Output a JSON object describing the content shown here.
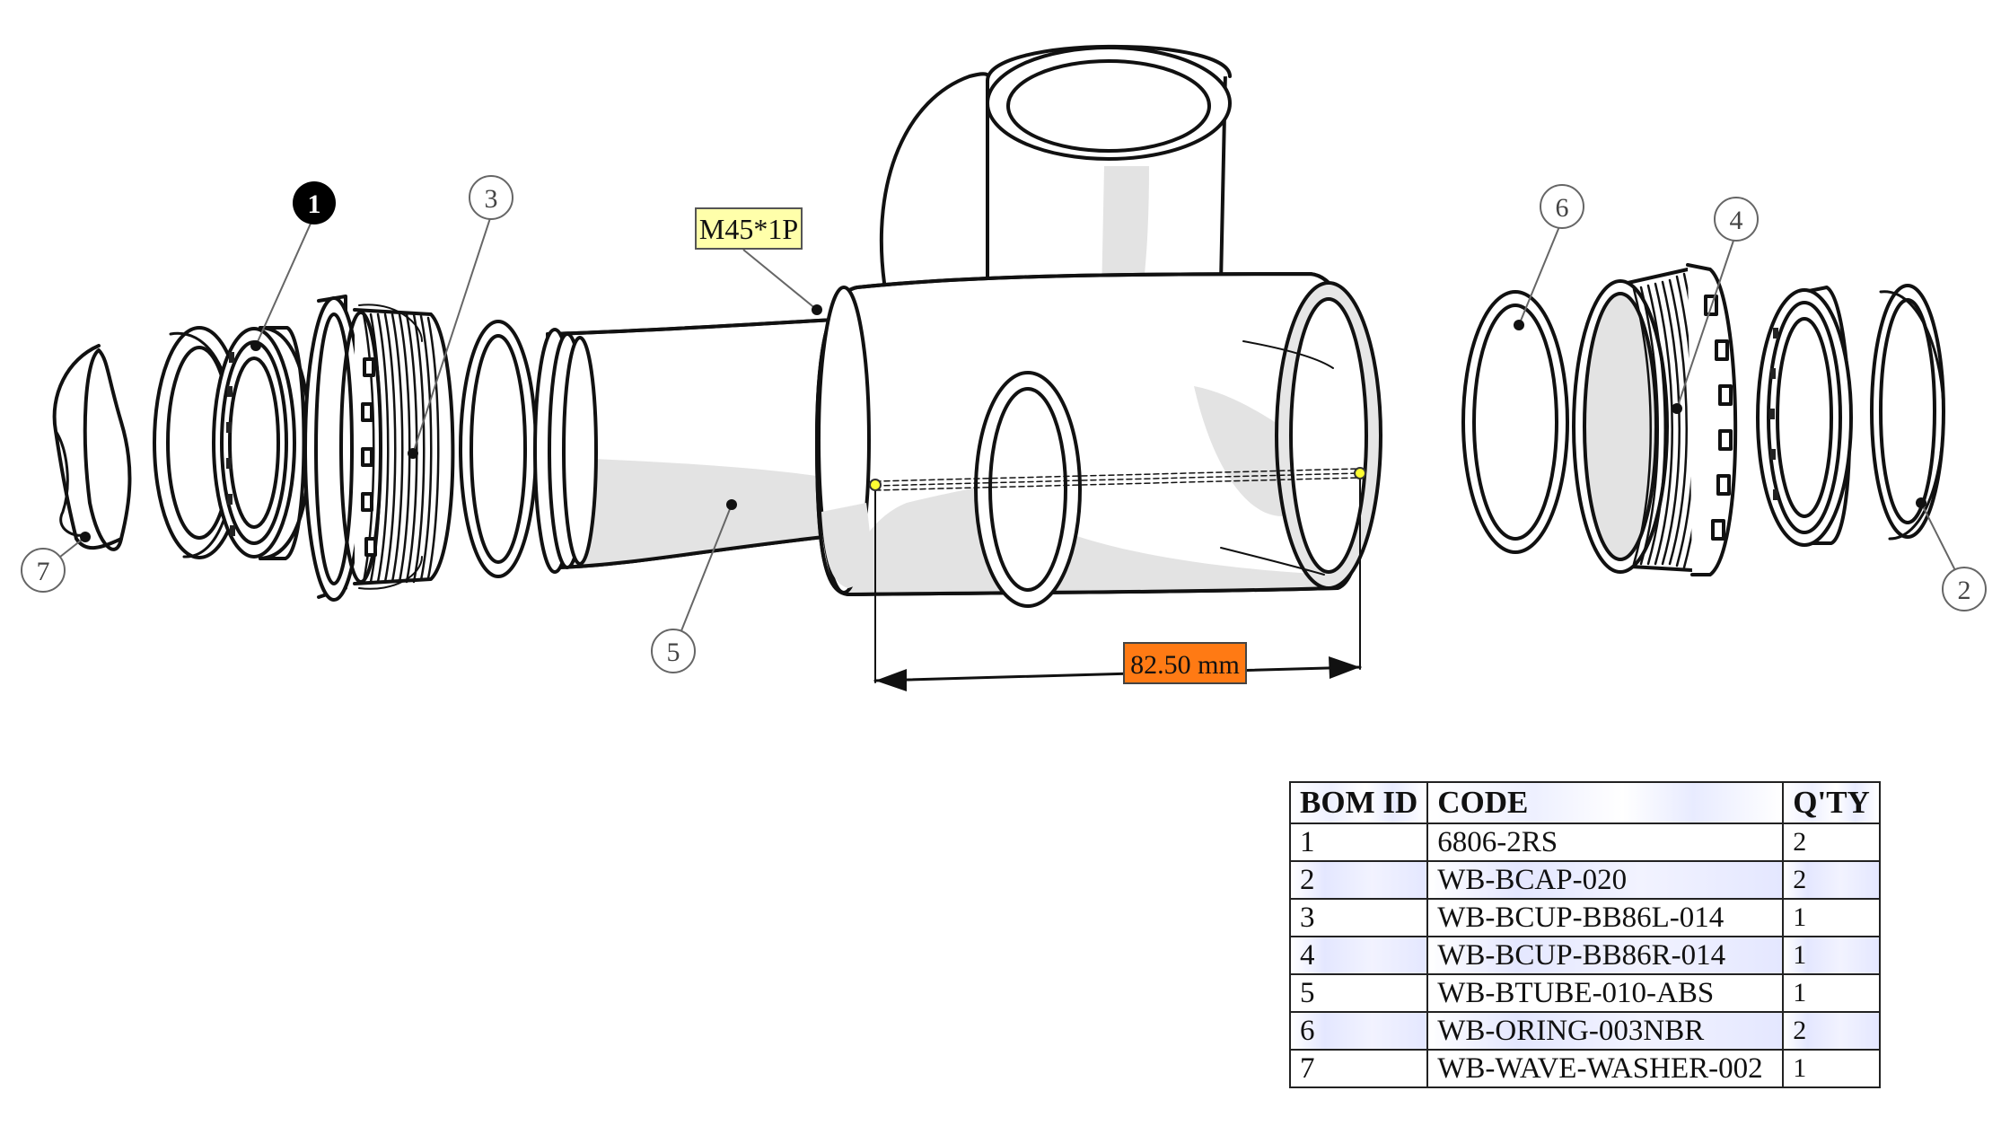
{
  "callouts": {
    "thread_label": "M45*1P",
    "dimension_label": "82.50 mm"
  },
  "balloons": [
    "1",
    "2",
    "3",
    "4",
    "5",
    "6",
    "7"
  ],
  "colors": {
    "thread_label_bg": "#ffffaa",
    "dimension_label_bg": "#ff7a14",
    "highlight_balloon": "#000000",
    "shade": "#e3e3e3",
    "dimension_points": "#ffff33"
  },
  "bom": {
    "headers": [
      "BOM ID",
      "CODE",
      "Q'TY"
    ],
    "rows": [
      {
        "id": "1",
        "code": "6806-2RS",
        "qty": "2"
      },
      {
        "id": "2",
        "code": "WB-BCAP-020",
        "qty": "2"
      },
      {
        "id": "3",
        "code": "WB-BCUP-BB86L-014",
        "qty": "1"
      },
      {
        "id": "4",
        "code": "WB-BCUP-BB86R-014",
        "qty": "1"
      },
      {
        "id": "5",
        "code": "WB-BTUBE-010-ABS",
        "qty": "1"
      },
      {
        "id": "6",
        "code": "WB-ORING-003NBR",
        "qty": "2"
      },
      {
        "id": "7",
        "code": "WB-WAVE-WASHER-002",
        "qty": "1"
      }
    ]
  }
}
